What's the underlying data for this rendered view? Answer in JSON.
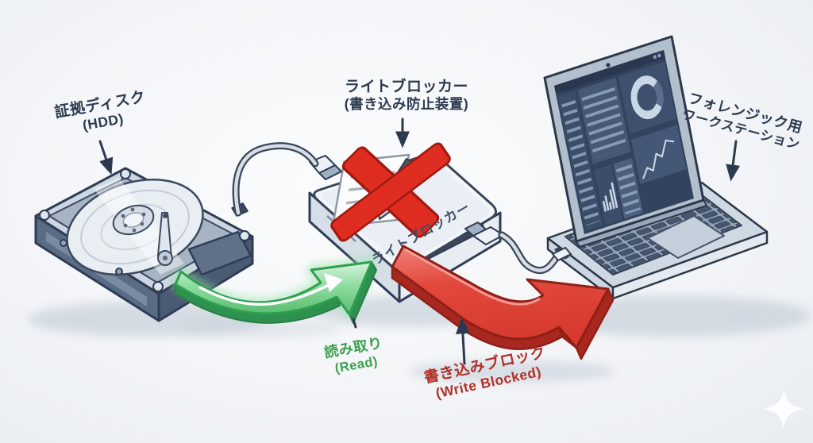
{
  "diagram": {
    "labels": {
      "evidence_disk": {
        "line1": "証拠ディスク",
        "line2": "(HDD)"
      },
      "write_blocker": {
        "line1": "ライトブロッカー",
        "line2": "(書き込み防止装置)"
      },
      "workstation": {
        "line1": "フォレンジック用",
        "line2": "ワークステーション"
      },
      "read_flow": {
        "line1": "読み取り",
        "line2": "(Read)"
      },
      "write_blocked_flow": {
        "line1": "書き込みブロック",
        "line2": "(Write Blocked)"
      },
      "device_label": "ライトブロッカー"
    },
    "colors": {
      "label_navy": "#2c3a4f",
      "read_green_text": "#3da14e",
      "blocked_red_text": "#b13127",
      "arrow_green": "#6fce87",
      "arrow_green_edge": "#2f9150",
      "arrow_red": "#e2483c",
      "arrow_red_edge": "#8f1f17",
      "x_red": "#e02d22"
    },
    "icons": {
      "no_write": "document-with-red-x-icon",
      "hdd": "open-hard-drive-illustration",
      "write_blocker": "write-blocker-box-illustration",
      "laptop": "forensic-laptop-illustration",
      "read_arrow": "green-curved-arrow",
      "blocked_arrow": "red-curved-arrow",
      "sparkle": "four-point-sparkle"
    }
  }
}
